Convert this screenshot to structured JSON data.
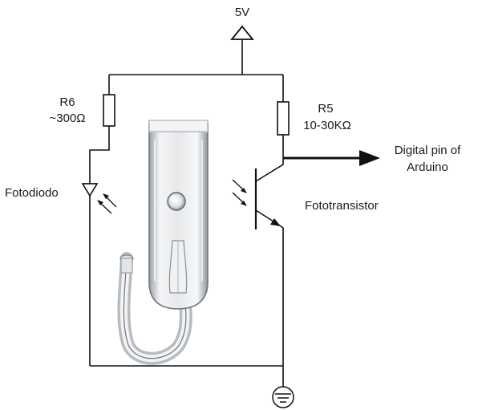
{
  "supply": {
    "label": "5V"
  },
  "r6": {
    "name": "R6",
    "value": "~300Ω"
  },
  "r5": {
    "name": "R5",
    "value": "10-30KΩ"
  },
  "photodiode": {
    "label": "Fotodiodo"
  },
  "phototransistor": {
    "label": "Fototransistor"
  },
  "output": {
    "line1": "Digital pin of",
    "line2": "Arduino"
  },
  "colors": {
    "ink": "#111111",
    "glass": "#c8ccd0"
  }
}
